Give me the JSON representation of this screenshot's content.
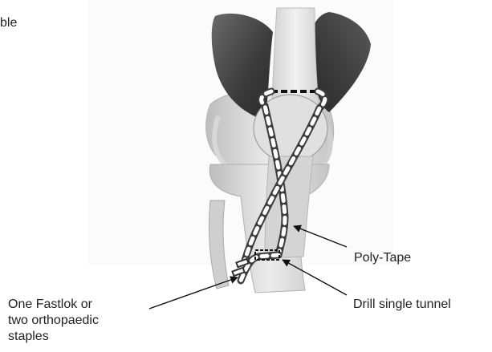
{
  "labels": {
    "title_fragment": "ble",
    "poly_tape": "Poly-Tape",
    "drill_tunnel": "Drill single tunnel",
    "fastlok_line1": "One Fastlok or",
    "fastlok_line2": "two orthopaedic",
    "fastlok_line3": "staples"
  },
  "colors": {
    "muscle": "#3d3d3d",
    "bone": "#e4e4e4",
    "bone_shade": "#c6c6c6",
    "tape": "#555555",
    "arrow": "#111111"
  }
}
